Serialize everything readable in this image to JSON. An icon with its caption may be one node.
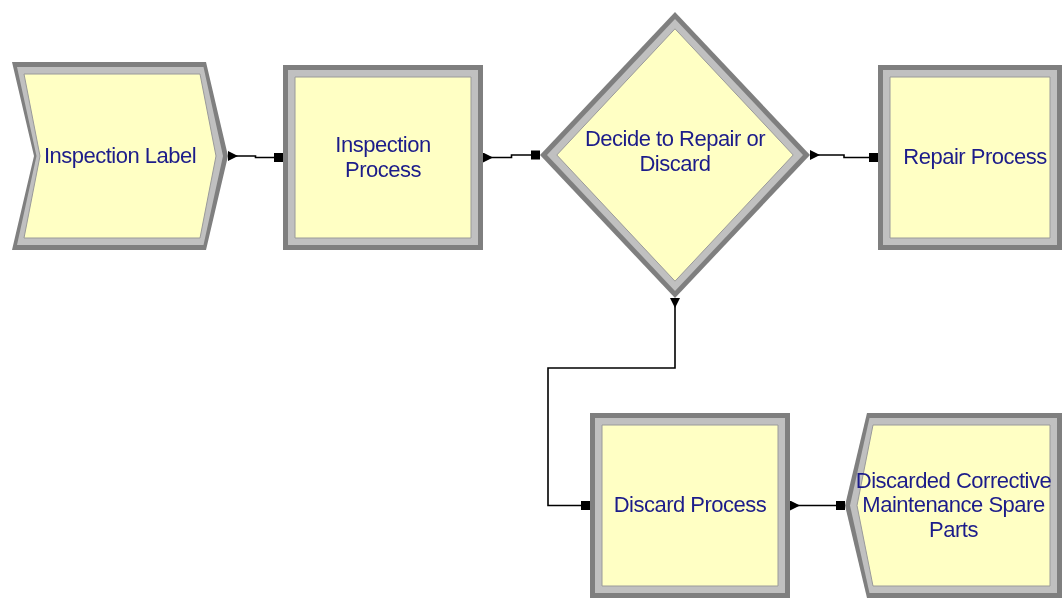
{
  "diagram": {
    "nodes": [
      {
        "text": [
          "Inspection Label"
        ]
      },
      {
        "text": [
          "Inspection Process"
        ]
      },
      {
        "text": [
          "Decide to Repair or Discard"
        ]
      },
      {
        "text": [
          "Repair Process"
        ]
      },
      {
        "text": [
          "Discard Process"
        ]
      },
      {
        "text": [
          "Discarded Corrective Maintenance Spare Parts"
        ]
      }
    ],
    "edges": [
      {
        "from": 0,
        "to": 1,
        "arrow": "other"
      },
      {
        "from": 1,
        "to": 2,
        "arrow": "other"
      },
      {
        "from": 2,
        "to": 3,
        "arrow": "other"
      },
      {
        "from": 2,
        "to": 4,
        "arrow": "other"
      },
      {
        "from": 4,
        "to": 5,
        "arrow": "other"
      }
    ]
  }
}
